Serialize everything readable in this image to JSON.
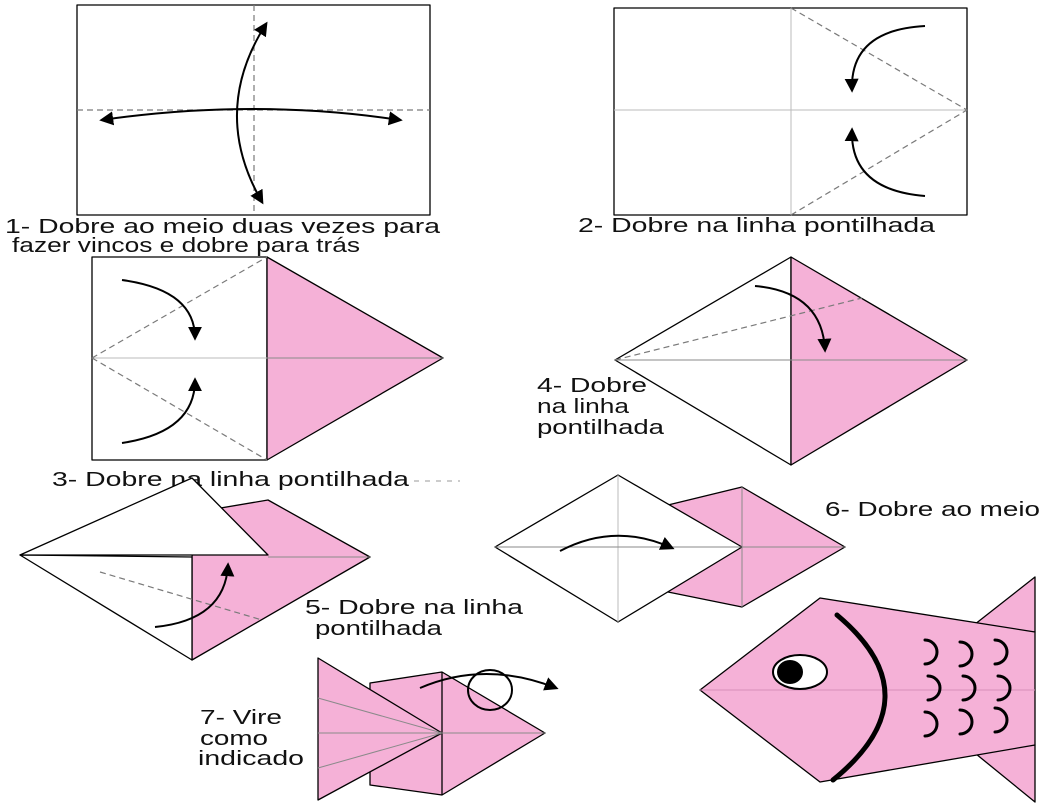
{
  "colors": {
    "paper_pink": "#f5b1d7",
    "paper_white": "#ffffff",
    "outline": "#000000"
  },
  "steps": [
    {
      "lines": [
        "1- Dobre ao meio duas vezes para",
        "fazer vincos e dobre para trás"
      ]
    },
    {
      "lines": [
        "2- Dobre na linha pontilhada"
      ]
    },
    {
      "lines": [
        "3- Dobre na linha pontilhada"
      ]
    },
    {
      "lines": [
        "4- Dobre",
        "na linha",
        "pontilhada"
      ]
    },
    {
      "lines": [
        "5- Dobre na linha",
        "pontilhada"
      ]
    },
    {
      "lines": [
        "6- Dobre ao meio"
      ]
    },
    {
      "lines": [
        "7- Vire",
        "como",
        "indicado"
      ]
    }
  ]
}
